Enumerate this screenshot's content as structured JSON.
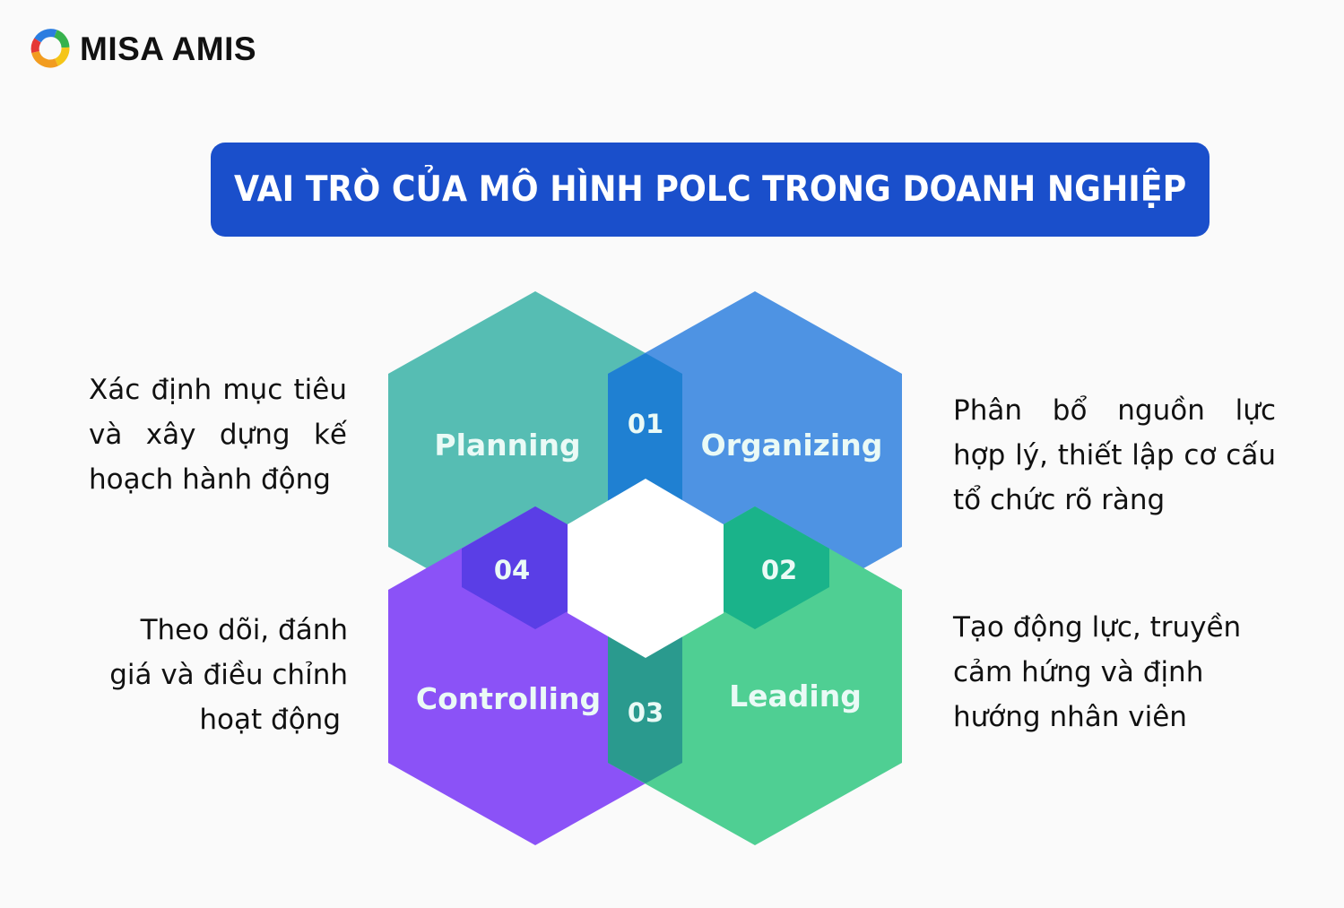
{
  "brand": {
    "name": "MISA AMIS",
    "logo_icon": "misa-swirl-logo-icon",
    "logo_colors": [
      "#2b7de0",
      "#37b24d",
      "#f5c518",
      "#e53935"
    ]
  },
  "title": {
    "text": "VAI TRÒ CỦA MÔ HÌNH POLC TRONG DOANH NGHIỆP",
    "background": "#1a4fcb",
    "color": "#ffffff"
  },
  "diagram": {
    "center_color": "#ffffff",
    "hexagons": [
      {
        "id": "planning",
        "label": "Planning",
        "color": "#56bdb3"
      },
      {
        "id": "organizing",
        "label": "Organizing",
        "color": "#4e93e3"
      },
      {
        "id": "leading",
        "label": "Leading",
        "color": "#4fcf93"
      },
      {
        "id": "controlling",
        "label": "Controlling",
        "color": "#8b52f7"
      }
    ],
    "overlaps": [
      {
        "number": "01",
        "between": [
          "planning",
          "organizing"
        ],
        "color": "#1f80d2"
      },
      {
        "number": "02",
        "between": [
          "organizing",
          "leading"
        ],
        "color": "#1ab38a"
      },
      {
        "number": "03",
        "between": [
          "leading",
          "controlling"
        ],
        "color": "#2a9a8e"
      },
      {
        "number": "04",
        "between": [
          "controlling",
          "planning"
        ],
        "color": "#5a3ee6"
      }
    ]
  },
  "descriptions": {
    "planning": {
      "lines": [
        "Xác định mục tiêu",
        "và xây dựng kế",
        "hoạch hành động"
      ]
    },
    "organizing": {
      "lines": [
        "Phân bổ nguồn lực",
        "hợp lý, thiết lập cơ cấu",
        "tổ chức rõ ràng"
      ]
    },
    "controlling": {
      "lines": [
        "Theo dõi, đánh",
        "giá và điều chỉnh",
        "hoạt động"
      ]
    },
    "leading": {
      "lines": [
        "Tạo động lực, truyền",
        "cảm hứng và định",
        "hướng nhân viên"
      ]
    }
  }
}
